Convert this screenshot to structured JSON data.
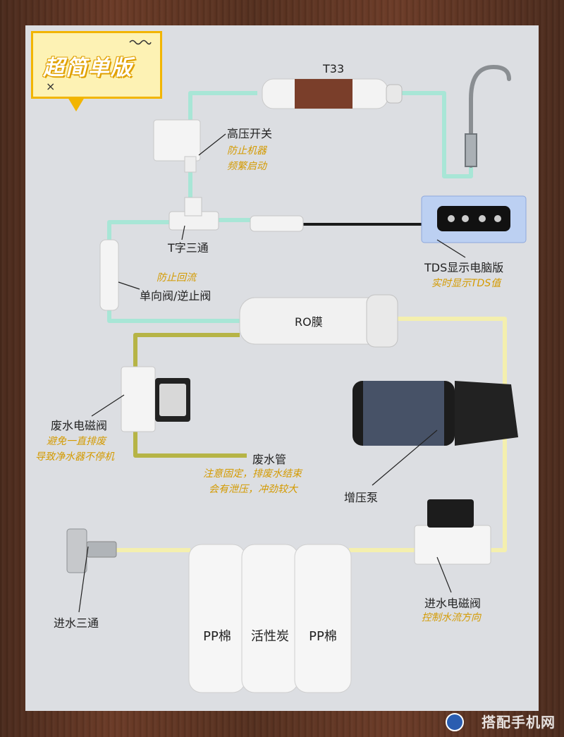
{
  "title": "超简单版",
  "title_mark": "×",
  "labels": {
    "t33": "T33",
    "high_pressure_switch": "高压开关",
    "high_pressure_note_1": "防止机器",
    "high_pressure_note_2": "频繁启动",
    "tee": "T字三通",
    "tds_board": "TDS显示电脑版",
    "tds_note": "实时显示TDS值",
    "check_note": "防止回流",
    "check_valve": "单向阀/逆止阀",
    "ro_membrane": "RO膜",
    "waste_valve": "废水电磁阀",
    "waste_valve_note_1": "避免一直排废",
    "waste_valve_note_2": "导致净水器不停机",
    "waste_pipe": "废水管",
    "waste_pipe_note_1": "注意固定，排废水结束",
    "waste_pipe_note_2": "会有泄压，冲劲较大",
    "booster_pump": "增压泵",
    "inlet_tee": "进水三通",
    "inlet_valve": "进水电磁阀",
    "inlet_valve_note": "控制水流方向",
    "filter_1": "PP棉",
    "filter_2": "活性炭",
    "filter_3": "PP棉"
  },
  "watermark": "搭配手机网",
  "colors": {
    "pure_pipe": "#a8e6d6",
    "feed_pipe": "#f4efae",
    "waste_pipe": "#b6b446",
    "tds_wire": "#1a1a1a",
    "note": "#d49a00",
    "title_border": "#f2b500",
    "board": "#dcdee2"
  }
}
